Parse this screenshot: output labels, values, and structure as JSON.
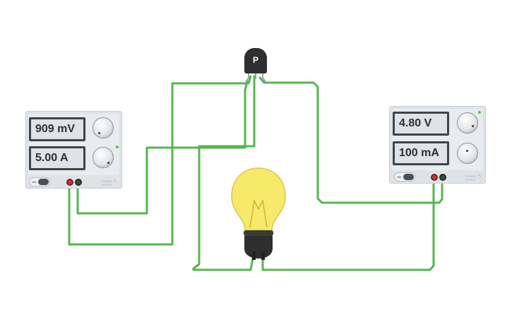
{
  "supply_left": {
    "voltage_display": "909 mV",
    "current_display": "5.00 A",
    "on_label": "ON",
    "brand_text": "POWER SUPPLY"
  },
  "supply_right": {
    "voltage_display": "4.80 V",
    "current_display": "100 mA",
    "on_label": "ON",
    "brand_text": "POWER SUPPLY"
  },
  "transistor": {
    "label": "P"
  },
  "colors": {
    "wire": "#55b64e",
    "bulb_glass": "#f7ea6a",
    "transistor_body": "#2f2f2f",
    "terminal_positive": "#c6373a",
    "terminal_negative": "#3a4d3c"
  }
}
